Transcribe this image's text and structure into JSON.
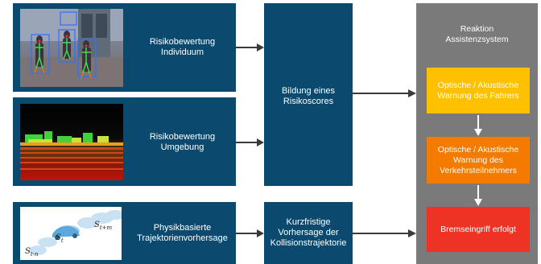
{
  "rows": [
    {
      "label_line1": "Risikobewertung",
      "label_line2": "Individuum",
      "image": "pedestrian-detection-photo"
    },
    {
      "label_line1": "Risikobewertung",
      "label_line2": "Umgebung",
      "image": "lidar-point-cloud"
    },
    {
      "label_line1": "Physikbasierte",
      "label_line2": "Trajektorienvorhersage",
      "image": "vehicle-trajectory-sketch"
    }
  ],
  "trajectory_labels": {
    "s_prev": "S",
    "s_prev_sub": "t-n",
    "s_now": "S",
    "s_now_sub": "t",
    "s_next": "S",
    "s_next_sub": "t+m"
  },
  "score_box": {
    "line1": "Bildung eines",
    "line2": "Risikoscores"
  },
  "trajectory_box": {
    "line1": "Kurzfristige",
    "line2": "Vorhersage der",
    "line3": "Kollisionstrajektorie"
  },
  "reaction_panel": {
    "title_line1": "Reaktion",
    "title_line2": "Assistenzsystem"
  },
  "reactions": [
    {
      "line1": "Optische / Akustische",
      "line2": "Warnung des Fahrers",
      "line3": "",
      "color": "#ffc000"
    },
    {
      "line1": "Optische / Akustische",
      "line2": "Warnung des",
      "line3": "Verkehrsteilnehmers",
      "color": "#f47b00"
    },
    {
      "line1": "Bremseingriff erfolgt",
      "line2": "",
      "line3": "",
      "color": "#ee3324"
    }
  ],
  "colors": {
    "box": "#0b4a6e",
    "panel": "#7a7a7a",
    "arrow": "#3a3a3a"
  }
}
